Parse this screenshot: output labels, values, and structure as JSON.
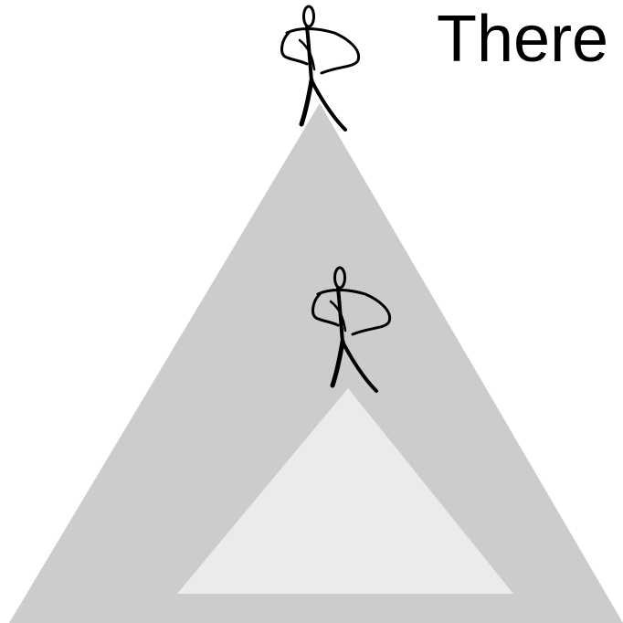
{
  "slide": {
    "heading_text": "There"
  },
  "colors": {
    "outer_triangle": "#cccccc",
    "inner_triangle": "#ebebeb",
    "figure_ink": "#000000",
    "background": "#ffffff"
  },
  "figures": {
    "top_figure": "stick-figure-hands-on-hips",
    "middle_figure": "stick-figure-hands-on-hips"
  }
}
